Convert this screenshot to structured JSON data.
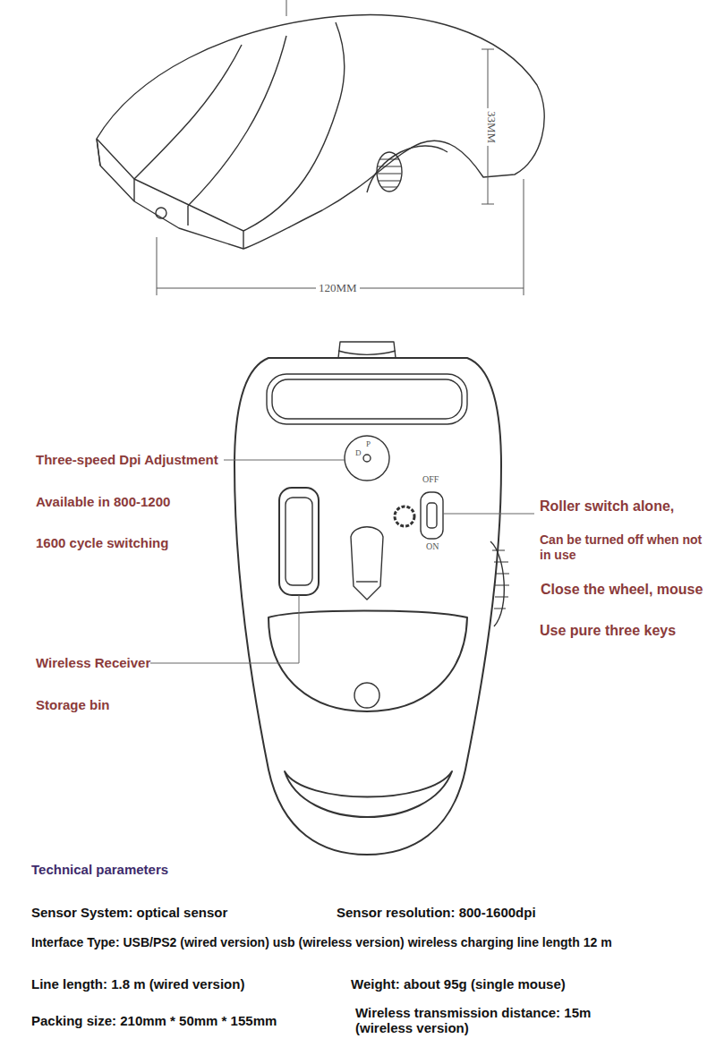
{
  "diagram": {
    "labels": [
      "33MM",
      "120MM",
      "D",
      "P",
      "OFF",
      "ON",
      "Three-speed Dpi Adjustment",
      "Available in 800-1200",
      "1600 cycle switching",
      "Wireless Receiver",
      "Storage bin",
      "Roller switch alone,",
      "Can be turned off when not in use",
      "Close the wheel, mouse",
      "Use pure three keys",
      "Technical parameters",
      "Sensor System: optical sensor",
      "Sensor resolution: 800-1600dpi",
      "Interface Type: USB/PS2 (wired version) usb (wireless version) wireless charging line length 12 m",
      "Line length: 1.8 m (wired version)",
      "Weight: about 95g (single mouse)",
      "Packing size: 210mm * 50mm * 155mm",
      "Wireless transmission distance: 15m (wireless version)"
    ]
  }
}
